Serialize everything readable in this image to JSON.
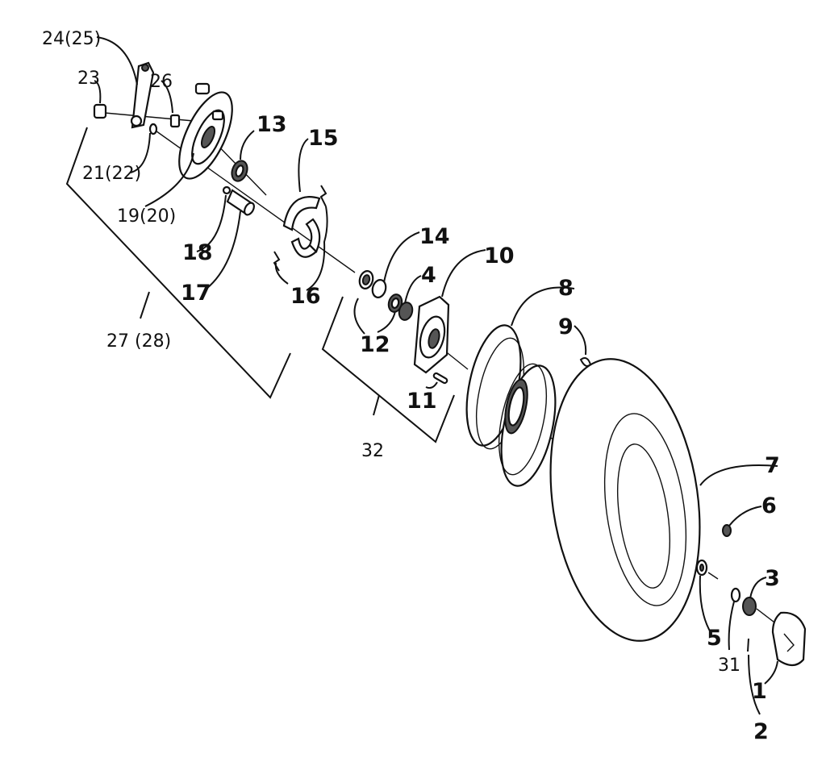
{
  "labels": {
    "l1": "1",
    "l2": "2",
    "l3": "3",
    "l4": "4",
    "l5": "5",
    "l6": "6",
    "l7": "7",
    "l8": "8",
    "l9": "9",
    "l10": "10",
    "l11": "11",
    "l12": "12",
    "l13": "13",
    "l14": "14",
    "l15": "15",
    "l16": "16",
    "l17": "17",
    "l18": "18",
    "l19_20": "19(20)",
    "l21_22": "21(22)",
    "l23": "23",
    "l24_25": "24(25)",
    "l26": "26",
    "l27_28": "27 (28)",
    "l31": "31",
    "l32": "32"
  }
}
